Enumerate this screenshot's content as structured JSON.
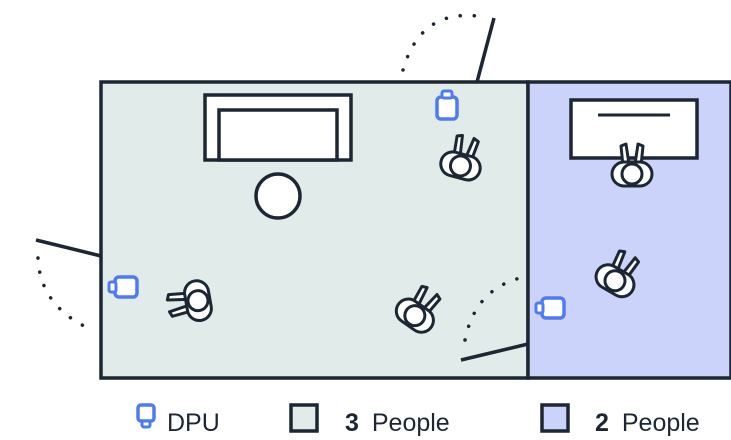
{
  "legend": {
    "dpu_label": "DPU",
    "room_a_count": "3",
    "room_a_unit": "People",
    "room_b_count": "2",
    "room_b_unit": "People"
  },
  "colors": {
    "outline": "#1d2733",
    "room_a_fill": "#e1ecea",
    "room_b_fill": "#cbd3fb",
    "dpu_blue": "#4d7bf3"
  },
  "icons": {
    "dpu": "dpu-sensor-icon",
    "person": "person-topdown-icon",
    "sofa": "sofa-icon",
    "table": "round-table-icon",
    "desk": "desk-icon"
  }
}
